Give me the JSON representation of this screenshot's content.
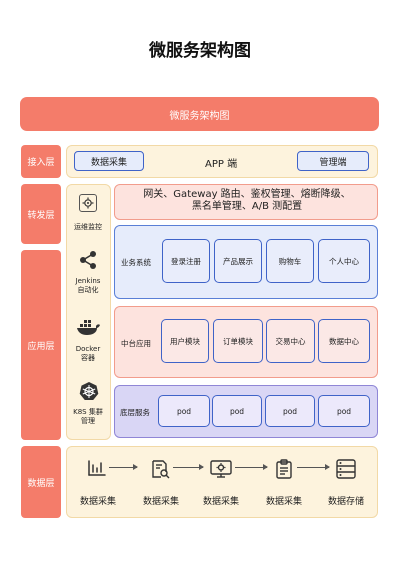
{
  "title": "微服务架构图",
  "banner": "微服务架构图",
  "layers": {
    "access": "接入层",
    "forward": "转发层",
    "app": "应用层",
    "data": "数据层"
  },
  "access": {
    "left_button": "数据采集",
    "center": "APP 端",
    "right_button": "管理端"
  },
  "gateway": {
    "line1": "网关、Gateway 路由、鉴权管理、熔断降级、",
    "line2": "黑名单管理、A/B 测配置"
  },
  "sidebar": [
    {
      "icon": "gear-monitor-icon",
      "label": "运维监控"
    },
    {
      "icon": "jenkins-share-icon",
      "label": "Jenkins\n自动化"
    },
    {
      "icon": "docker-icon",
      "label": "Docker\n容器"
    },
    {
      "icon": "k8s-helm-icon",
      "label": "K8S 集群\n管理"
    }
  ],
  "business": {
    "label": "业务系统",
    "items": [
      "登录注册",
      "产品展示",
      "购物车",
      "个人中心"
    ]
  },
  "middle": {
    "label": "中台应用",
    "items": [
      "用户模块",
      "订单模块",
      "交易中心",
      "数据中心"
    ]
  },
  "base": {
    "label": "底层服务",
    "items": [
      "pod",
      "pod",
      "pod",
      "pod"
    ]
  },
  "data_flow": [
    {
      "icon": "chart-bars-icon",
      "label": "数据采集"
    },
    {
      "icon": "document-search-icon",
      "label": "数据采集"
    },
    {
      "icon": "screen-gear-icon",
      "label": "数据采集"
    },
    {
      "icon": "clipboard-list-icon",
      "label": "数据采集"
    },
    {
      "icon": "database-list-icon",
      "label": "数据存储"
    }
  ],
  "colors": {
    "accent": "#f47c6a",
    "blue_border": "#3f63c8",
    "yellow_bg": "#fdf3dd",
    "pink_bg": "#fde3de",
    "blue_bg": "#e6ecfb",
    "purple_bg": "#d9d6f5"
  }
}
